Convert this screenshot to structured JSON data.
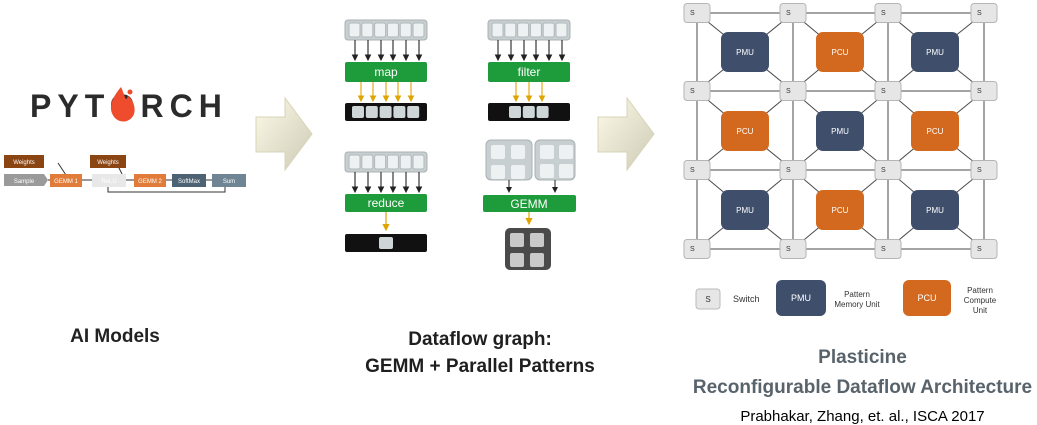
{
  "pytorch": {
    "logo_text": "PYTORCH",
    "nodes": {
      "weights1": "Weights",
      "sample": "Sample",
      "gemm1": "GEMM 1",
      "weights2": "Weights",
      "relu": "ReLU",
      "gemm2": "GEMM 2",
      "softmax": "SoftMax",
      "sum": "Sum"
    },
    "caption": "AI Models"
  },
  "dataflow": {
    "ops": {
      "map": "map",
      "filter": "filter",
      "reduce": "reduce",
      "gemm": "GEMM"
    },
    "caption_line1": "Dataflow graph:",
    "caption_line2": "GEMM + Parallel Patterns"
  },
  "plasticine": {
    "switch_label": "S",
    "pmu_label": "PMU",
    "pcu_label": "PCU",
    "grid_units": [
      [
        "PMU",
        "PCU",
        "PMU"
      ],
      [
        "PCU",
        "PMU",
        "PCU"
      ],
      [
        "PMU",
        "PCU",
        "PMU"
      ]
    ],
    "legend": {
      "switch_key": "S",
      "switch_text": "Switch",
      "pmu_key": "PMU",
      "pmu_text_line1": "Pattern",
      "pmu_text_line2": "Memory Unit",
      "pcu_key": "PCU",
      "pcu_text_line1": "Pattern",
      "pcu_text_line2": "Compute",
      "pcu_text_line3": "Unit"
    },
    "title": "Plasticine",
    "subtitle": "Reconfigurable Dataflow Architecture",
    "citation": "Prabhakar, Zhang, et. al., ISCA 2017"
  },
  "colors": {
    "green": "#1e9b3a",
    "orange": "#d2691e",
    "navy": "#3f4f6b",
    "slate": "#4d6373",
    "switch_fill": "#e6e6e6",
    "dark_bar": "#111111"
  }
}
